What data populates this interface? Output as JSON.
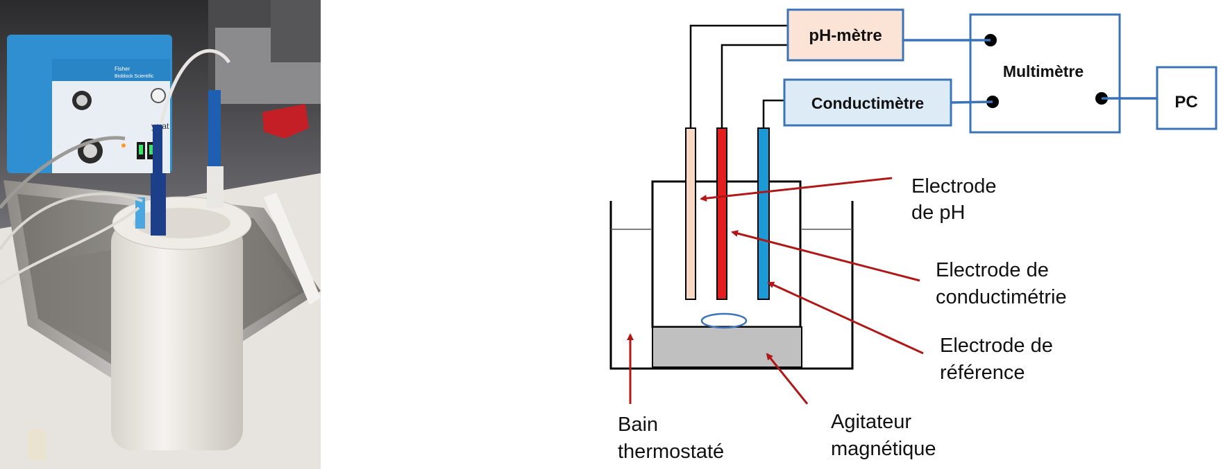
{
  "photo": {
    "device_brand_line1": "Fisher",
    "device_brand_line2": "Bioblock Scientific",
    "device_label": "ystat"
  },
  "instruments": {
    "ph_meter": "pH-mètre",
    "conductimeter": "Conductimètre",
    "multimeter": "Multimètre",
    "pc": "PC"
  },
  "annotations": {
    "ph_electrode": [
      "Electrode",
      "de pH"
    ],
    "conductivity_electrode": [
      "Electrode de",
      "conductimétrie"
    ],
    "reference_electrode": [
      "Electrode de",
      "référence"
    ],
    "bath": [
      "Bain",
      "thermostaté"
    ],
    "stirrer": [
      "Agitateur",
      "magnétique"
    ]
  },
  "colors": {
    "ph_electrode": "#f7d9c4",
    "conductivity_electrode": "#e21e1e",
    "reference_electrode": "#1c9ad6",
    "ph_meter_box": "#fbe4d6",
    "conductimeter_box": "#dcebf6",
    "wire_blue": "#3b73b9",
    "arrow": "#b01818",
    "stirrer_base": "#c0c0c0"
  }
}
